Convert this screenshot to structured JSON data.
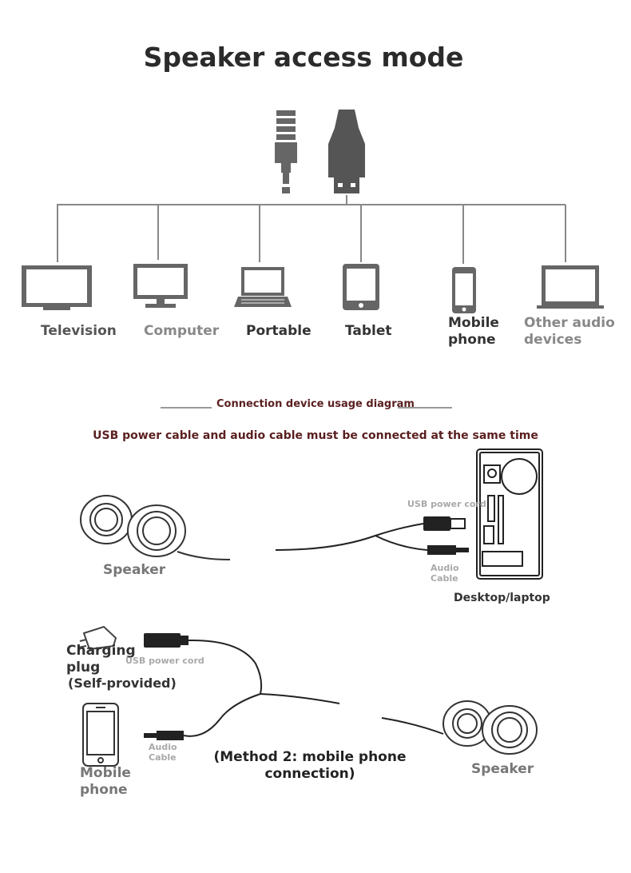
{
  "header": {
    "title": "Speaker access mode"
  },
  "devices": [
    {
      "label": "Television",
      "color": "#555555"
    },
    {
      "label": "Computer",
      "color": "#888888"
    },
    {
      "label": "Portable",
      "color": "#333333"
    },
    {
      "label": "Tablet",
      "color": "#333333"
    },
    {
      "label": "Mobile\nphone",
      "color": "#333333"
    },
    {
      "label": "Other audio\ndevices",
      "color": "#888888"
    }
  ],
  "diagram": {
    "section_title": "Connection device usage diagram",
    "note": "USB power cable and audio cable must be connected at the same time",
    "method1": {
      "speaker_label": "Speaker",
      "usb_label": "USB power cord",
      "audio_label": "Audio\nCable",
      "pc_label": "Desktop/laptop"
    },
    "method2": {
      "charging_label": "Charging\nplug",
      "self_provided": "(Self-provided)",
      "usb_label": "USB power cord",
      "audio_label": "Audio\nCable",
      "phone_label": "Mobile\nphone",
      "method_label": "(Method 2: mobile phone\nconnection)",
      "speaker_label": "Speaker"
    }
  }
}
